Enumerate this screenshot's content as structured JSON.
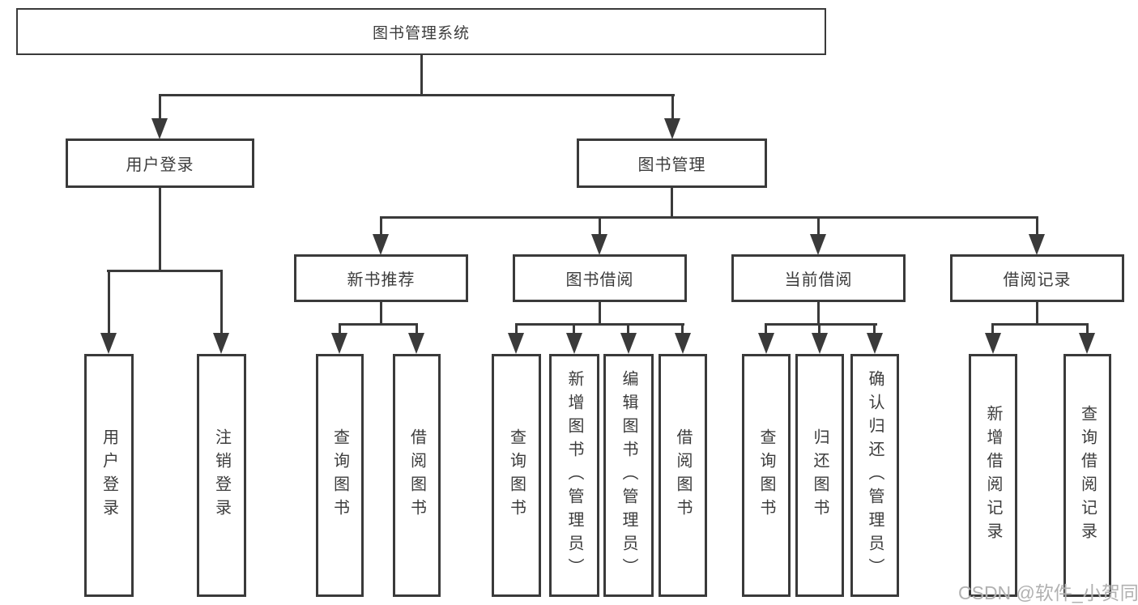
{
  "colors": {
    "line": "#3a3a3a",
    "text": "#3c3c3c",
    "background": "#ffffff",
    "watermark": "#adadad"
  },
  "diagram": {
    "root": {
      "label": "图书管理系统"
    },
    "level2": [
      {
        "label": "用户登录"
      },
      {
        "label": "图书管理"
      }
    ],
    "level3": [
      {
        "label": "新书推荐"
      },
      {
        "label": "图书借阅"
      },
      {
        "label": "当前借阅"
      },
      {
        "label": "借阅记录"
      }
    ],
    "leaves": {
      "user_login": [
        "用户登录",
        "注销登录"
      ],
      "new_books": [
        "查询图书",
        "借阅图书"
      ],
      "book_borrow": [
        "查询图书",
        "新增图书（管理员）",
        "编辑图书（管理员）",
        "借阅图书"
      ],
      "current_borrow": [
        "查询图书",
        "归还图书",
        "确认归还（管理员）"
      ],
      "borrow_records": [
        "新增借阅记录",
        "查询借阅记录"
      ]
    }
  },
  "watermark": {
    "text": "CSDN @软件_小贺同学"
  }
}
